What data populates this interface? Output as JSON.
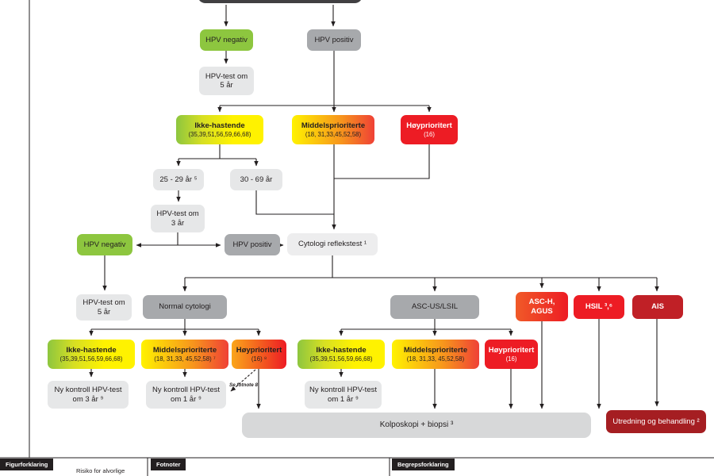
{
  "nodes": {
    "hpv_negativ_1": {
      "label": "HPV negativ"
    },
    "hpv_positiv_1": {
      "label": "HPV positiv"
    },
    "hpv_test_5ar_1": {
      "label": "HPV-test om",
      "sub": "5 år"
    },
    "ikke_hastende_1": {
      "label": "Ikke-hastende",
      "sub": "(35,39,51,56,59,66,68)"
    },
    "middels_1": {
      "label": "Middelsprioriterte",
      "sub": "(18, 31,33,45,52,58)"
    },
    "hoy_1": {
      "label": "Høyprioritert",
      "sub": "(16)"
    },
    "alder_25_29": {
      "label": "25 - 29 år ⁵"
    },
    "alder_30_69": {
      "label": "30 - 69 år"
    },
    "hpv_test_3ar": {
      "label": "HPV-test om",
      "sub": "3 år"
    },
    "hpv_negativ_2": {
      "label": "HPV negativ"
    },
    "hpv_positiv_2": {
      "label": "HPV positiv"
    },
    "cytologi": {
      "label": "Cytologi reflekstest ¹"
    },
    "hpv_test_5ar_2": {
      "label": "HPV-test om",
      "sub": "5 år"
    },
    "normal_cytologi": {
      "label": "Normal cytologi"
    },
    "asc_us_lsil": {
      "label": "ASC-US/LSIL"
    },
    "asc_h_agus": {
      "label": "ASC-H,",
      "sub": "AGUS"
    },
    "hsil": {
      "label": "HSIL ³,⁶"
    },
    "ais": {
      "label": "AIS"
    },
    "ikke_hastende_2": {
      "label": "Ikke-hastende",
      "sub": "(35,39,51,56,59,66,68)"
    },
    "middels_2": {
      "label": "Middelsprioriterte",
      "sub": "(18, 31,33, 45,52,58) ⁷"
    },
    "hoy_2": {
      "label": "Høyprioritert",
      "sub": "(16) ⁸"
    },
    "ikke_hastende_3": {
      "label": "Ikke-hastende",
      "sub": "(35,39,51,56,59,66,68)"
    },
    "middels_3": {
      "label": "Middelsprioriterte",
      "sub": "(18, 31,33, 45,52,58)"
    },
    "hoy_3": {
      "label": "Høyprioritert",
      "sub": "(16)"
    },
    "ny_kontroll_3ar": {
      "label": "Ny kontroll HPV-test",
      "sub": "om 3 år ⁹"
    },
    "ny_kontroll_1ar_a": {
      "label": "Ny kontroll HPV-test",
      "sub": "om 1 år ⁹"
    },
    "ny_kontroll_1ar_b": {
      "label": "Ny kontroll HPV-test",
      "sub": "om 1 år ⁹"
    },
    "kolposkopi": {
      "label": "Kolposkopi + biopsi ³"
    },
    "utredning": {
      "label": "Utredning og behandling ²"
    }
  },
  "annotations": {
    "se_fotnote": "Se fotnote 8"
  },
  "footer": {
    "figurforklaring": "Figurforklaring",
    "risiko": "Risiko for alvorlige",
    "fotnoter": "Fotnoter",
    "begrepsforklaring": "Begrepsforklaring"
  },
  "colors": {
    "green": "#8dc63f",
    "gray": "#a7a9ac",
    "light_gray": "#e6e7e8",
    "yellow": "#fff200",
    "orange": "#f7941d",
    "red": "#ed1c24",
    "dark_red": "#c02026",
    "maroon": "#a51e22",
    "black_tab": "#231f20"
  }
}
